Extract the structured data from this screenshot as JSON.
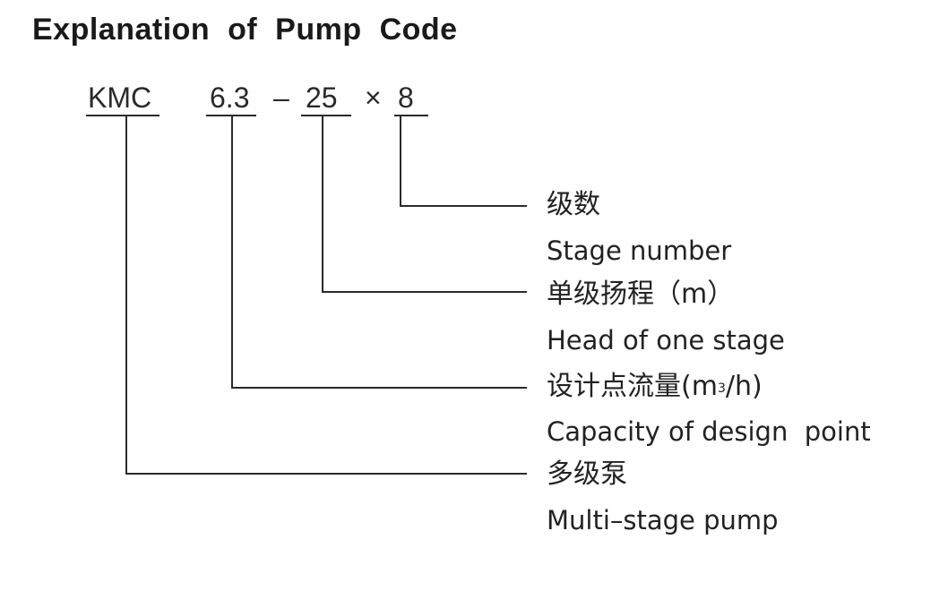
{
  "title": "Explanation of Pump Code",
  "code": {
    "series": "KMC",
    "capacity": "6.3",
    "dash": "–",
    "head": "25",
    "times": "×",
    "stages": "8"
  },
  "legend": [
    {
      "zh": "级数",
      "en": "Stage number"
    },
    {
      "zh": "单级扬程（m）",
      "en": "Head of one stage"
    },
    {
      "zh_prefix": "设计点流量(m",
      "zh_sup": "3",
      "zh_suffix": "/h)",
      "en": "Capacity of design  point"
    },
    {
      "zh": "多级泵",
      "en": "Multi–stage pump"
    }
  ]
}
